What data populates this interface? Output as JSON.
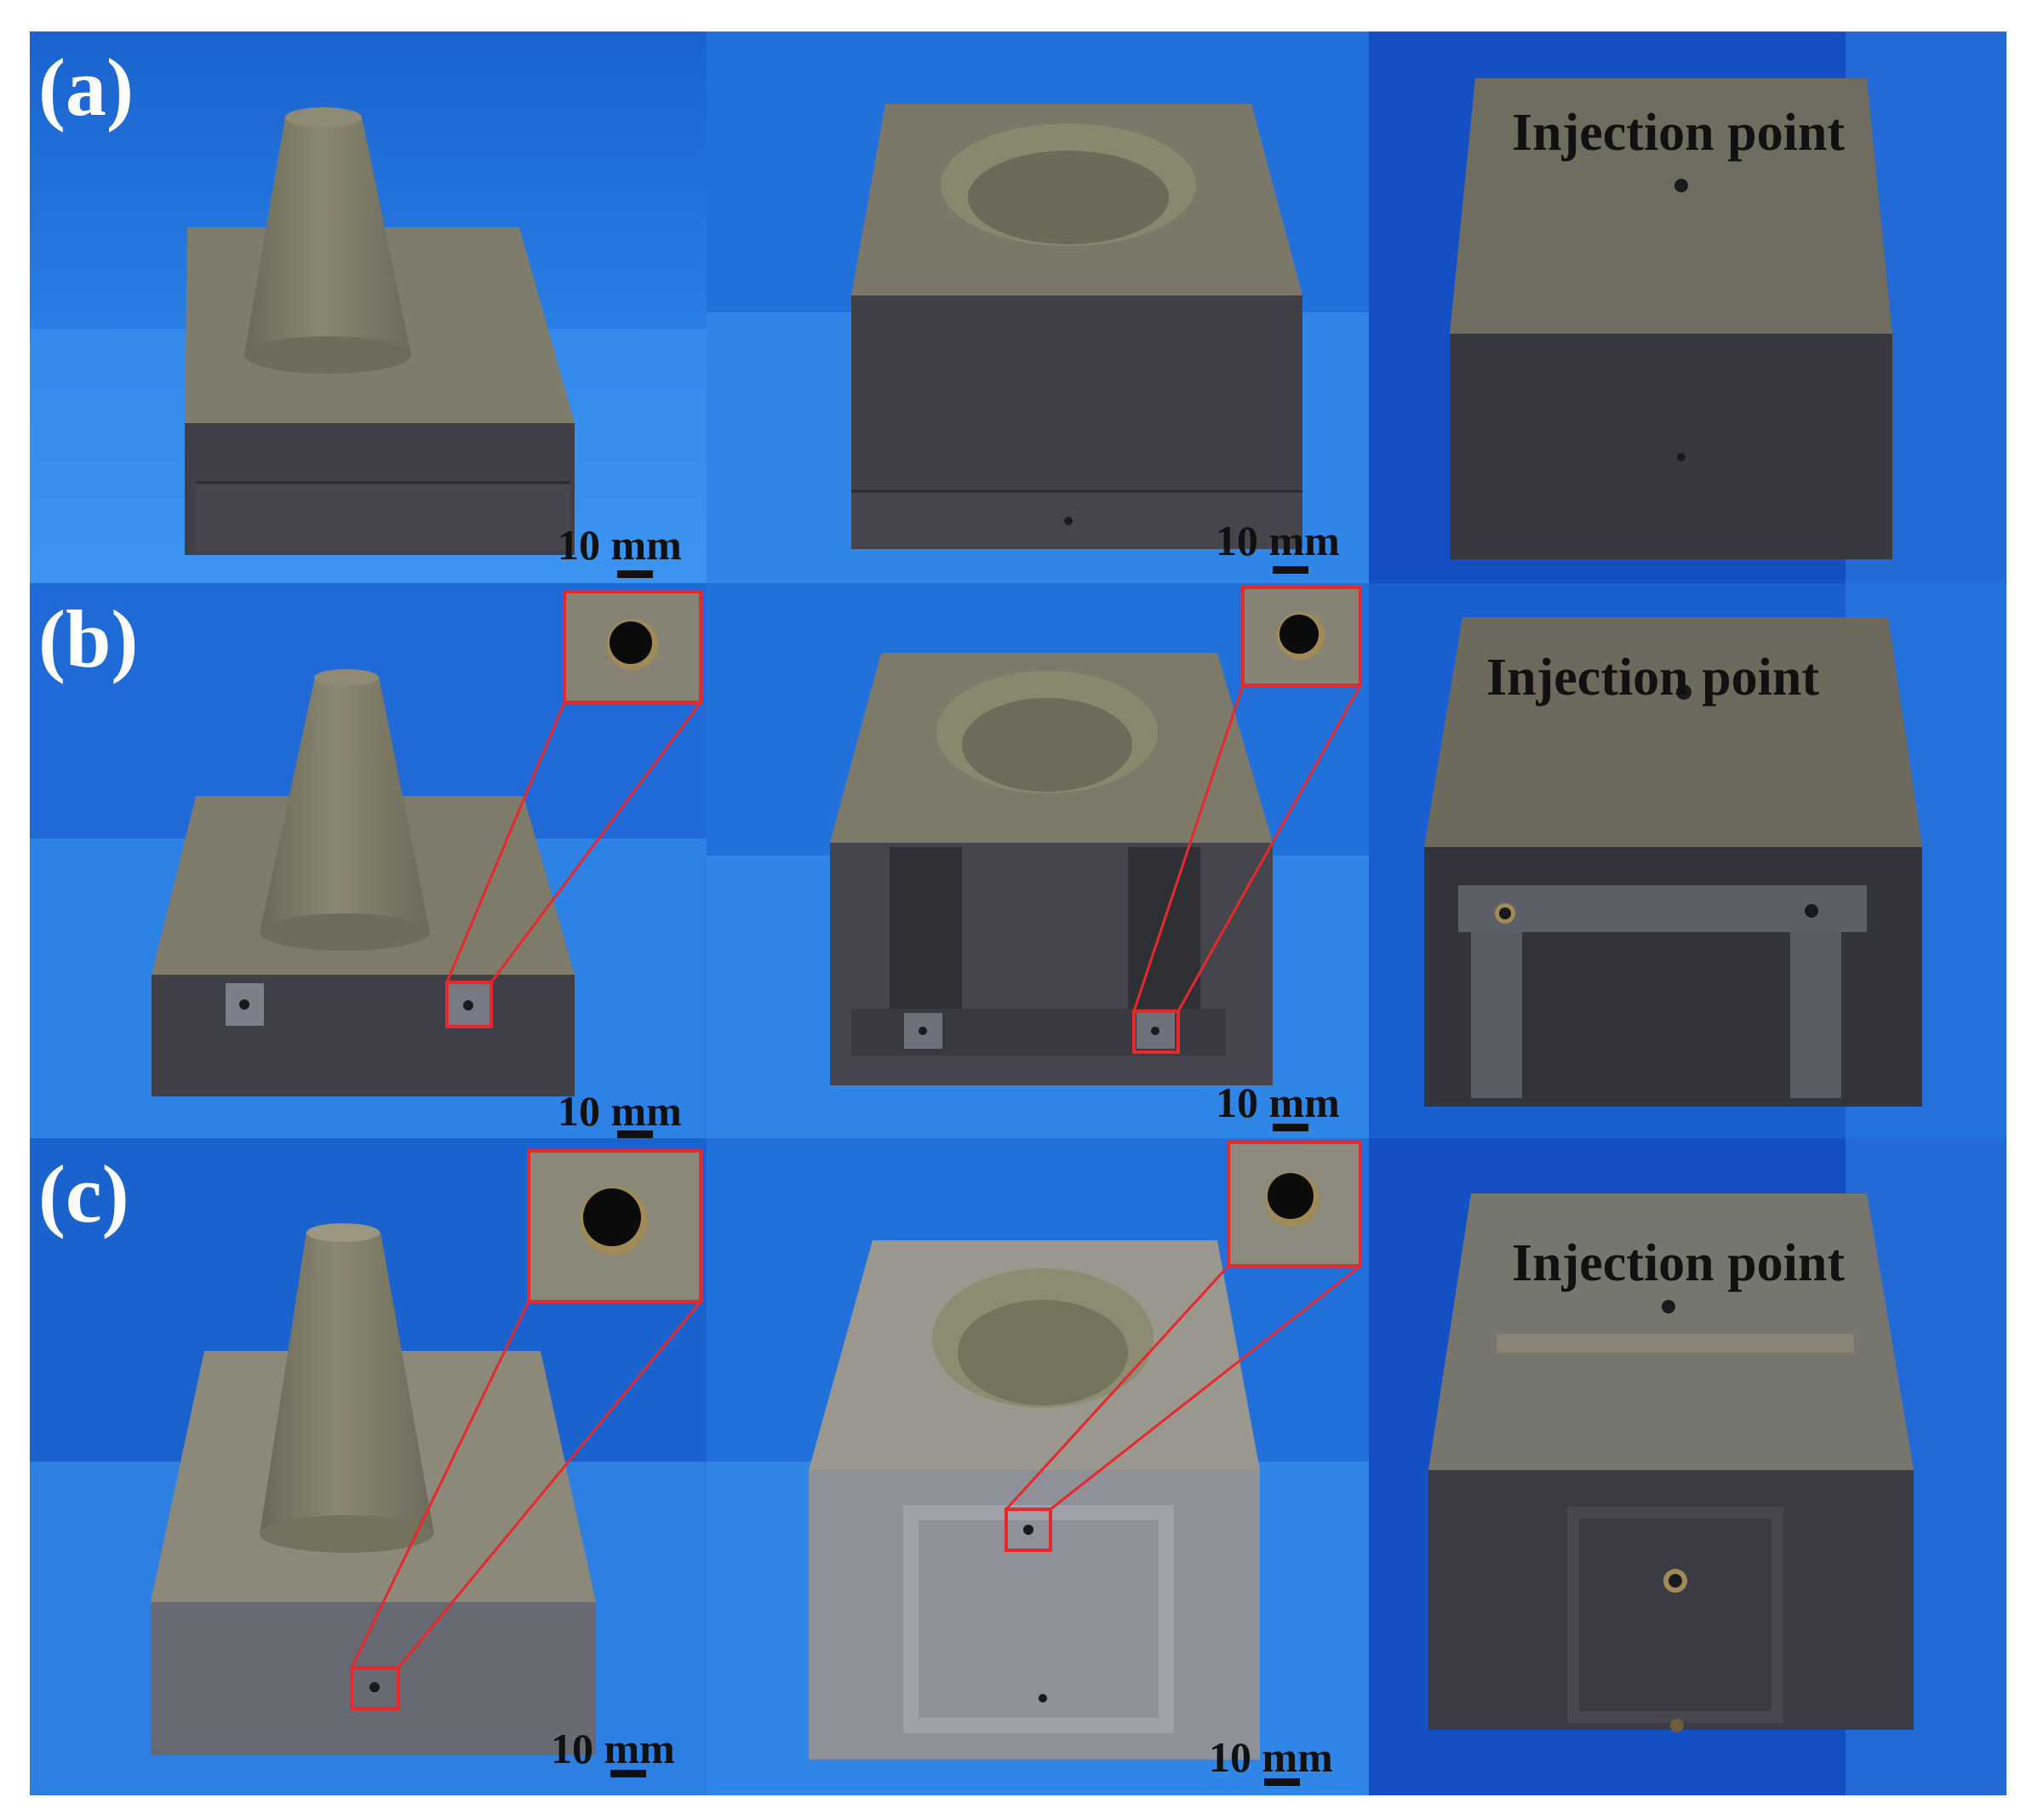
{
  "rows": [
    {
      "label": "(a)",
      "scale_left": "10 mm",
      "scale_middle": "10 mm",
      "injection": "Injection point"
    },
    {
      "label": "(b)",
      "scale_left": "10 mm",
      "scale_middle": "10 mm",
      "injection": "Injection point"
    },
    {
      "label": "(c)",
      "scale_left": "10 mm",
      "scale_middle": "10 mm",
      "injection": "Injection point"
    }
  ],
  "colors": {
    "background_blue": "#1f6fd6",
    "part_gray": "#7a7768",
    "part_dark": "#3f4048",
    "highlight_box": "#e8282a"
  }
}
